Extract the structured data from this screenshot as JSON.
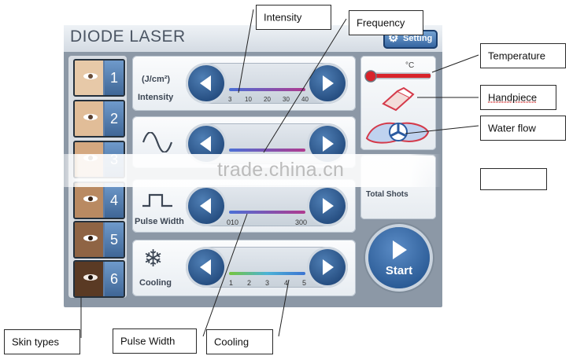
{
  "app": {
    "title": "DIODE LASER",
    "setting_label": "Setting",
    "setting_icon": "gear-icon"
  },
  "skin_types": [
    "1",
    "2",
    "3",
    "4",
    "5",
    "6"
  ],
  "controls": {
    "intensity": {
      "unit": "(J/cm²)",
      "label": "Intensity",
      "ticks": [
        "3",
        "10",
        "20",
        "30",
        "40"
      ]
    },
    "frequency": {
      "icon": "sine-wave-icon"
    },
    "pulse_width": {
      "label": "Pulse Width",
      "icon": "pulse-icon",
      "min": "010",
      "max": "300"
    },
    "cooling": {
      "label": "Cooling",
      "icon": "snowflake-icon",
      "ticks": [
        "1",
        "2",
        "3",
        "4",
        "5"
      ]
    }
  },
  "status": {
    "temperature_unit": "°C",
    "total_shots_label": "Total Shots"
  },
  "start_label": "Start",
  "callouts": {
    "intensity": "Intensity",
    "frequency": "Frequency",
    "temperature": "Temperature",
    "handpiece": "Handpiece",
    "water_flow": "Water flow",
    "skin_types": "Skin types",
    "pulse_width": "Pulse Width",
    "cooling": "Cooling"
  },
  "watermark": "trade.china.cn",
  "colors": {
    "accent": "#1b4b86",
    "bar_start": "#4b6fd6",
    "bar_end": "#b03a8f"
  }
}
